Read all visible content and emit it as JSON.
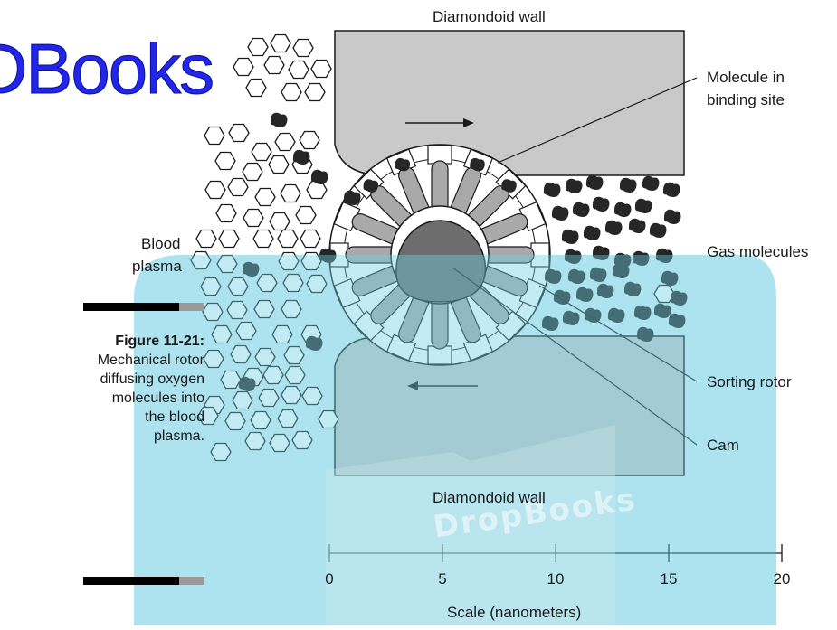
{
  "labels": {
    "wall_top": "Diamondoid wall",
    "wall_bottom": "Diamondoid wall",
    "molecule_line1": "Molecule in",
    "molecule_line2": "binding site",
    "gas": "Gas molecules",
    "blood_line1": "Blood",
    "blood_line2": "plasma",
    "sorting_rotor": "Sorting rotor",
    "cam": "Cam",
    "scale_title": "Scale (nanometers)"
  },
  "scale_ticks": [
    "0",
    "5",
    "10",
    "15",
    "20"
  ],
  "caption": {
    "figure": "Figure 11-21:",
    "text": "Mechanical rotor diffusing oxygen molecules into the blood plasma."
  },
  "watermark": {
    "logo": "Books",
    "logo_prefix": "D",
    "stamp": "DropBooks"
  },
  "colors": {
    "wall": "#c9c9c9",
    "rotor_blue": "#d5eef4",
    "cyan_overlay": "#6fd0e2",
    "gas": "#262626",
    "cam": "#6d6d6d",
    "logo": "#2226e6"
  }
}
